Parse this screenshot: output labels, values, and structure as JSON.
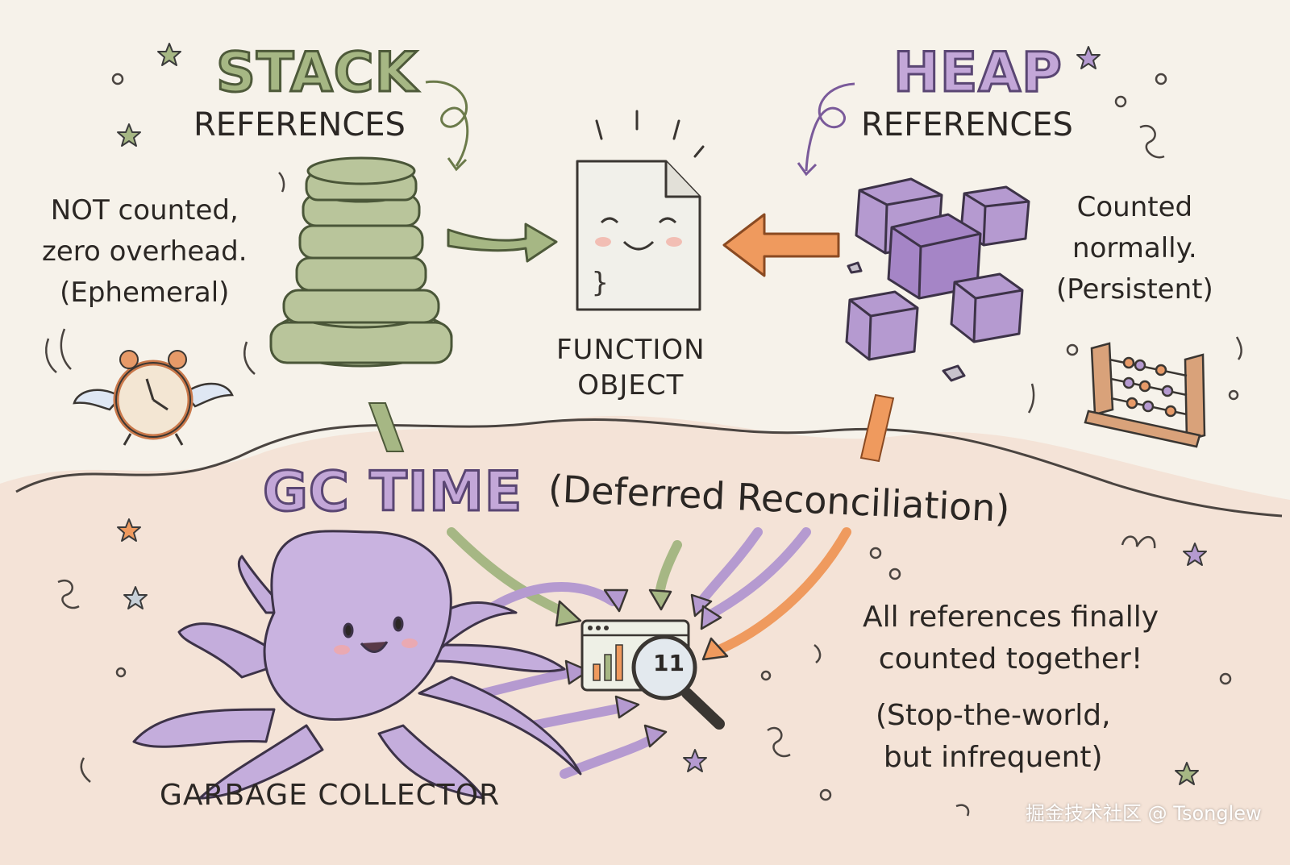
{
  "stack": {
    "title": "STACK",
    "subtitle": "REFERENCES",
    "note_line1": "NOT counted,",
    "note_line2": "zero overhead.",
    "note_line3": "(Ephemeral)"
  },
  "heap": {
    "title": "HEAP",
    "subtitle": "REFERENCES",
    "note_line1": "Counted",
    "note_line2": "normally.",
    "note_line3": "(Persistent)"
  },
  "function_object": {
    "line1": "FUNCTION",
    "line2": "OBJECT",
    "glyph": "}"
  },
  "gc": {
    "title": "GC TIME",
    "subtitle": "(Deferred Reconciliation)",
    "note_line1": "All references finally",
    "note_line2": "counted together!",
    "note_line3": "(Stop-the-world,",
    "note_line4": "but infrequent)",
    "collector_label": "GARBAGE COLLECTOR",
    "counter_value": "11"
  },
  "watermark": "掘金技术社区 @ Tsonglew",
  "colors": {
    "stack_green": "#a6b784",
    "heap_purple": "#c3a7d8",
    "arrow_orange": "#ef9a5e",
    "ground_tint": "#f3ddd0"
  },
  "icons": [
    "alarm-clock-icon",
    "abacus-icon",
    "magnifier-icon",
    "star-icon"
  ]
}
